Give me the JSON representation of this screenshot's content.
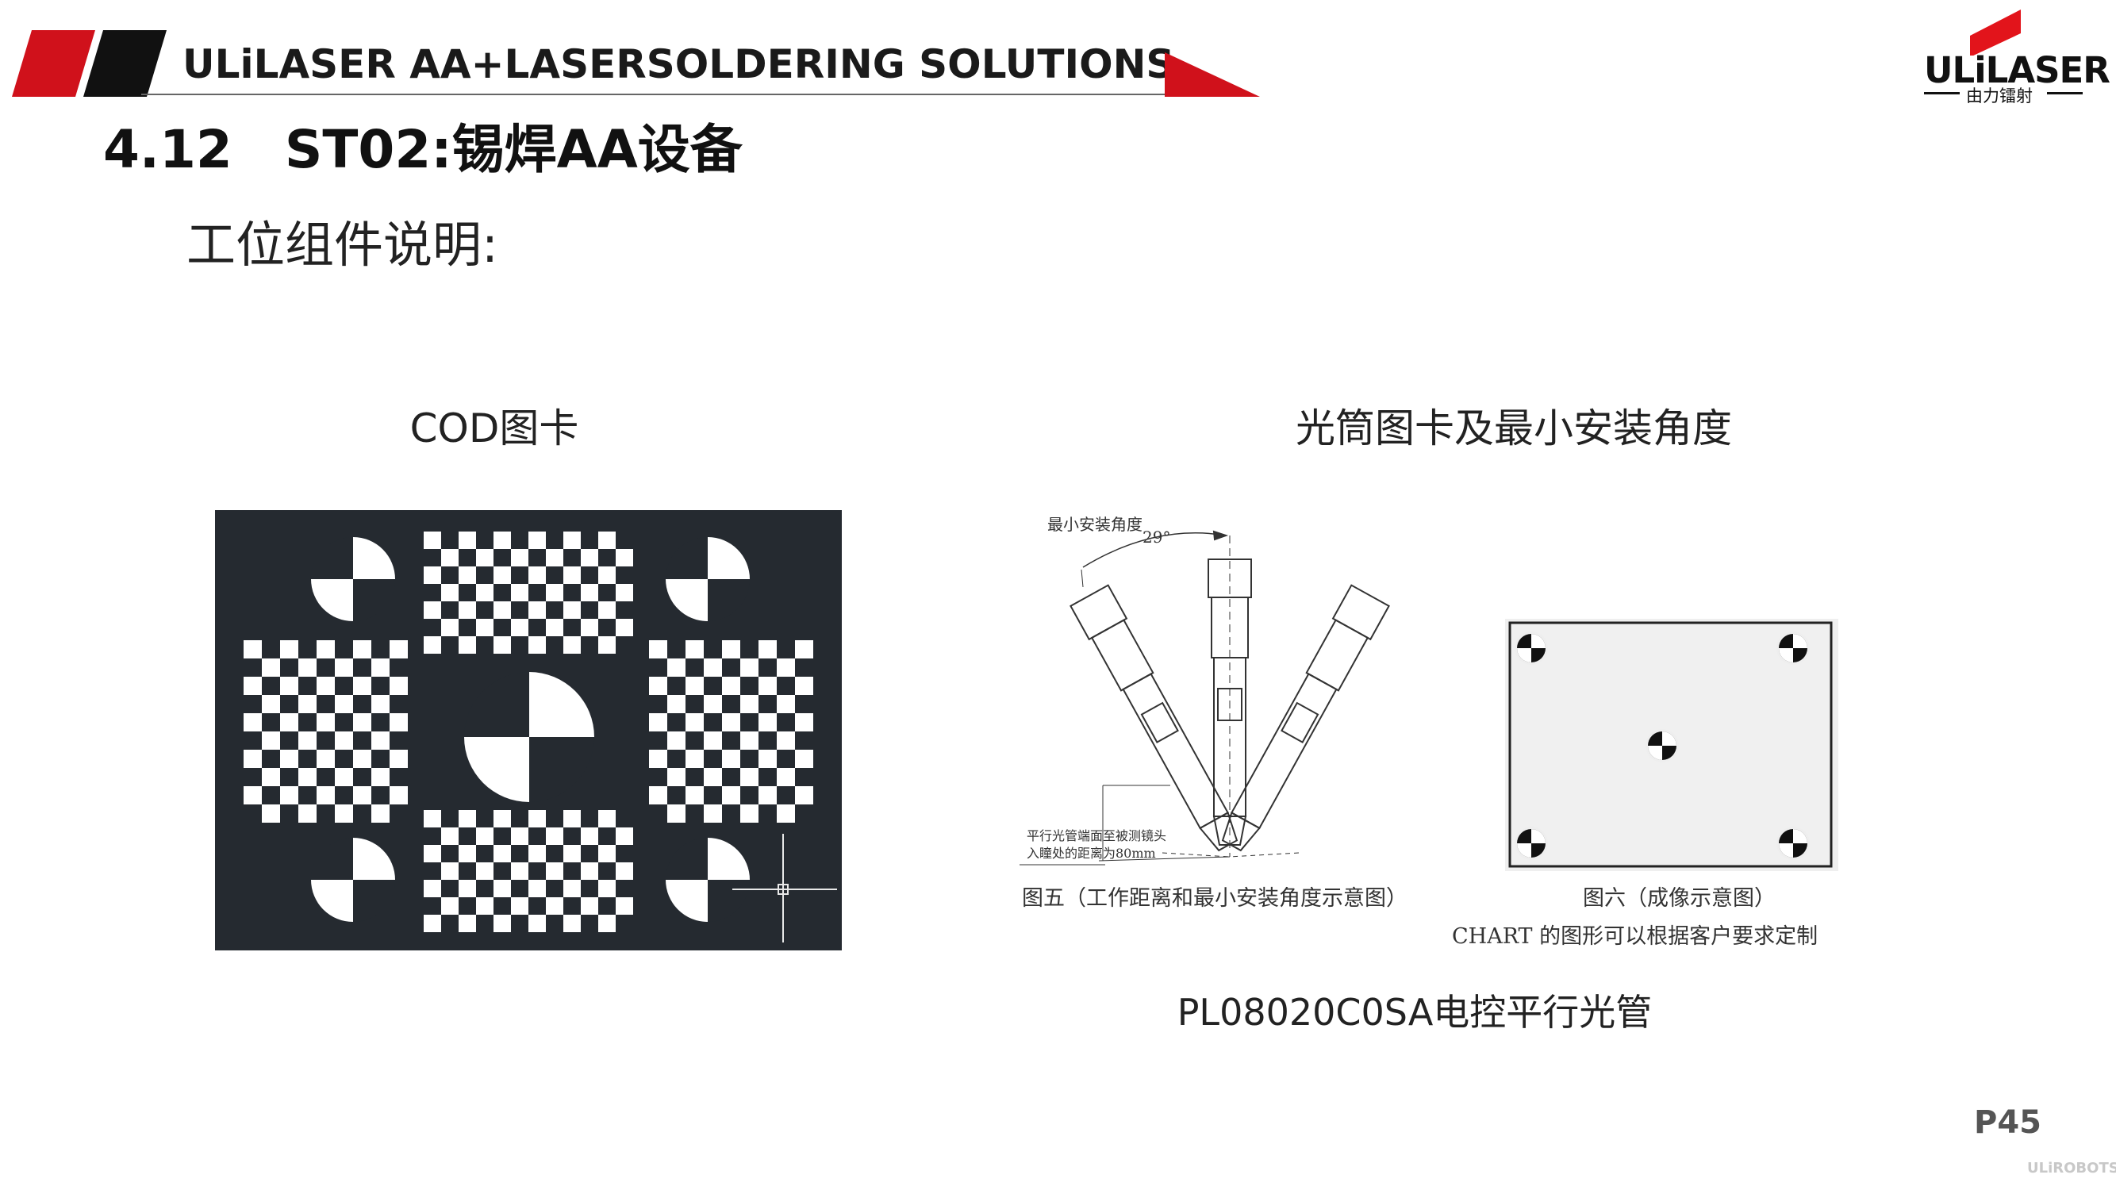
{
  "header": {
    "title": "ULiLASER AA+LASERSOLDERING SOLUTIONS",
    "accent_color": "#d0111b",
    "logo": {
      "brand": "ULiLASER",
      "sub": "由力镭射"
    }
  },
  "section_title": "4.12 ST02:锡焊AA设备",
  "subtitle": "工位组件说明:",
  "left_panel": {
    "caption": "COD图卡"
  },
  "right_panel": {
    "caption": "光筒图卡及最小安装角度",
    "diagram_labels": {
      "min_angle": "最小安装角度",
      "angle_value": "29°",
      "distance_note_1": "平行光管端面至被测镜头",
      "distance_note_2": "入瞳处的距离为80mm"
    },
    "figure5_caption": "图五（工作距离和最小安装角度示意图）",
    "figure6_caption": "图六（成像示意图）",
    "chart_note": "CHART 的图形可以根据客户要求定制",
    "product_name": "PL08020C0SA电控平行光管"
  },
  "footer": {
    "page_number": "P45",
    "watermark": "ULiROBOTS"
  }
}
